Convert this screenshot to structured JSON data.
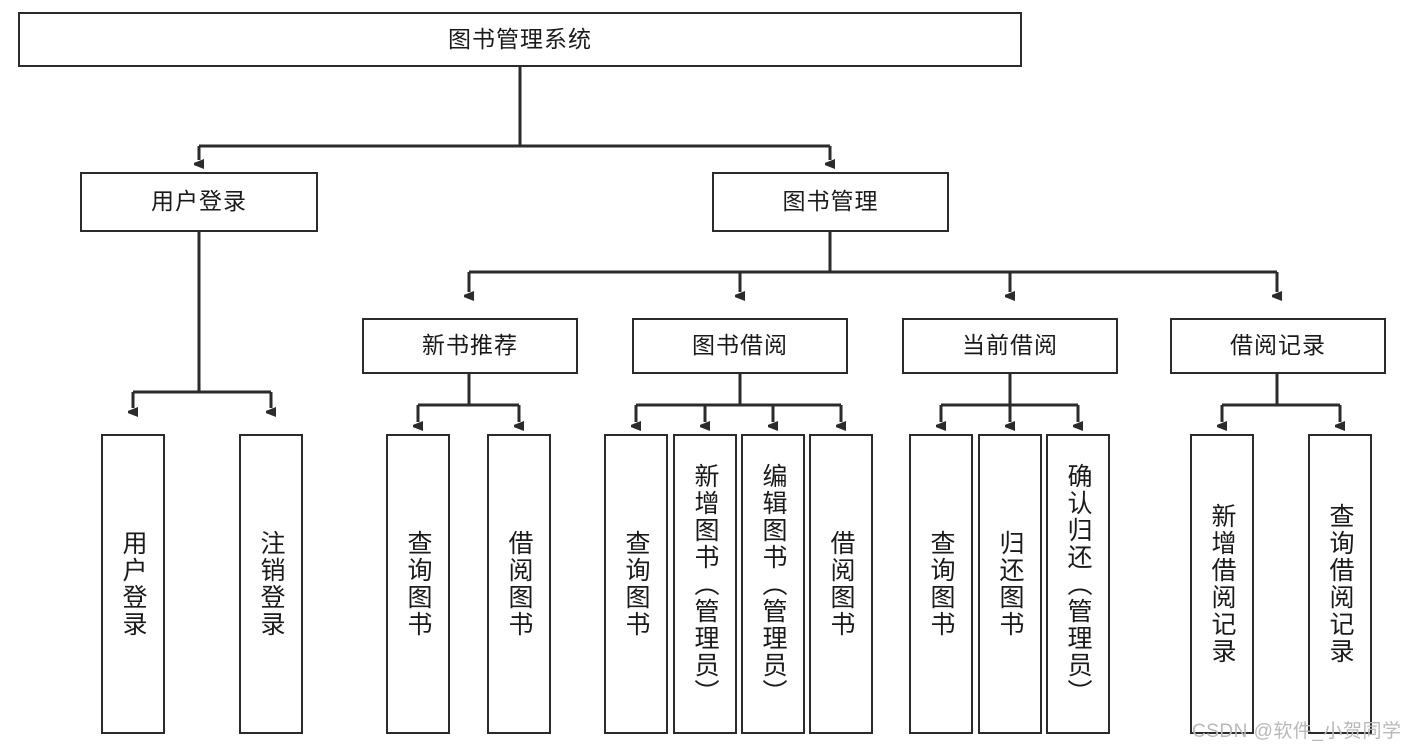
{
  "diagram": {
    "type": "tree",
    "title": "图书管理系统",
    "orientation": "top-down",
    "nodes": {
      "root": {
        "label": "图书管理系统"
      },
      "level1": [
        {
          "id": "user-login",
          "label": "用户登录"
        },
        {
          "id": "book-manage",
          "label": "图书管理"
        }
      ],
      "level2": [
        {
          "id": "new-book-recommend",
          "label": "新书推荐",
          "parent": "book-manage"
        },
        {
          "id": "book-borrow",
          "label": "图书借阅",
          "parent": "book-manage"
        },
        {
          "id": "current-borrow",
          "label": "当前借阅",
          "parent": "book-manage"
        },
        {
          "id": "borrow-record",
          "label": "借阅记录",
          "parent": "book-manage"
        }
      ],
      "leaves": [
        {
          "id": "leaf-user-login",
          "label": "用户登录",
          "parent": "user-login"
        },
        {
          "id": "leaf-logout",
          "label": "注销登录",
          "parent": "user-login"
        },
        {
          "id": "leaf-query-book-1",
          "label": "查询图书",
          "parent": "new-book-recommend"
        },
        {
          "id": "leaf-borrow-book-1",
          "label": "借阅图书",
          "parent": "new-book-recommend"
        },
        {
          "id": "leaf-query-book-2",
          "label": "查询图书",
          "parent": "book-borrow"
        },
        {
          "id": "leaf-add-book",
          "label": "新增图书（管理员）",
          "parent": "book-borrow"
        },
        {
          "id": "leaf-edit-book",
          "label": "编辑图书（管理员）",
          "parent": "book-borrow"
        },
        {
          "id": "leaf-borrow-book-2",
          "label": "借阅图书",
          "parent": "book-borrow"
        },
        {
          "id": "leaf-query-book-3",
          "label": "查询图书",
          "parent": "current-borrow"
        },
        {
          "id": "leaf-return-book",
          "label": "归还图书",
          "parent": "current-borrow"
        },
        {
          "id": "leaf-confirm-return",
          "label": "确认归还（管理员）",
          "parent": "current-borrow"
        },
        {
          "id": "leaf-add-record",
          "label": "新增借阅记录",
          "parent": "borrow-record"
        },
        {
          "id": "leaf-query-record",
          "label": "查询借阅记录",
          "parent": "borrow-record"
        }
      ]
    },
    "colors": {
      "border": "#2b2b2b",
      "fill": "#ffffff",
      "connector": "#2b2b2b",
      "text": "#1a1a1a",
      "watermark": "#b9b9b9"
    }
  },
  "watermark": {
    "text": "CSDN @软件_小贺同学"
  }
}
